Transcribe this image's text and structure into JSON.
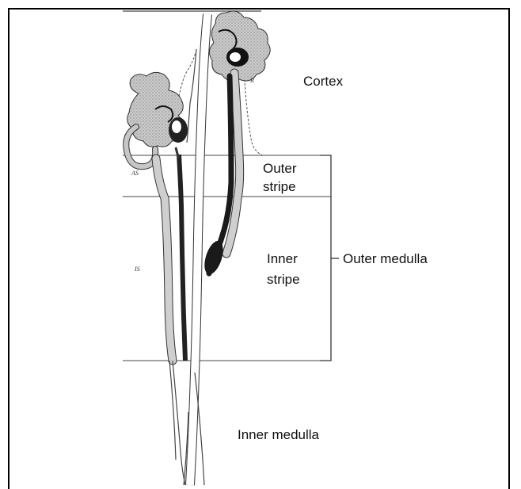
{
  "labels": {
    "cortex": "Cortex",
    "outer_stripe_line1": "Outer",
    "outer_stripe_line2": "stripe",
    "inner_stripe_line1": "Inner",
    "inner_stripe_line2": "stripe",
    "outer_medulla": "Outer medulla",
    "inner_medulla": "Inner medulla",
    "small_r": "R",
    "small_as": "AS",
    "small_is": "IS"
  }
}
